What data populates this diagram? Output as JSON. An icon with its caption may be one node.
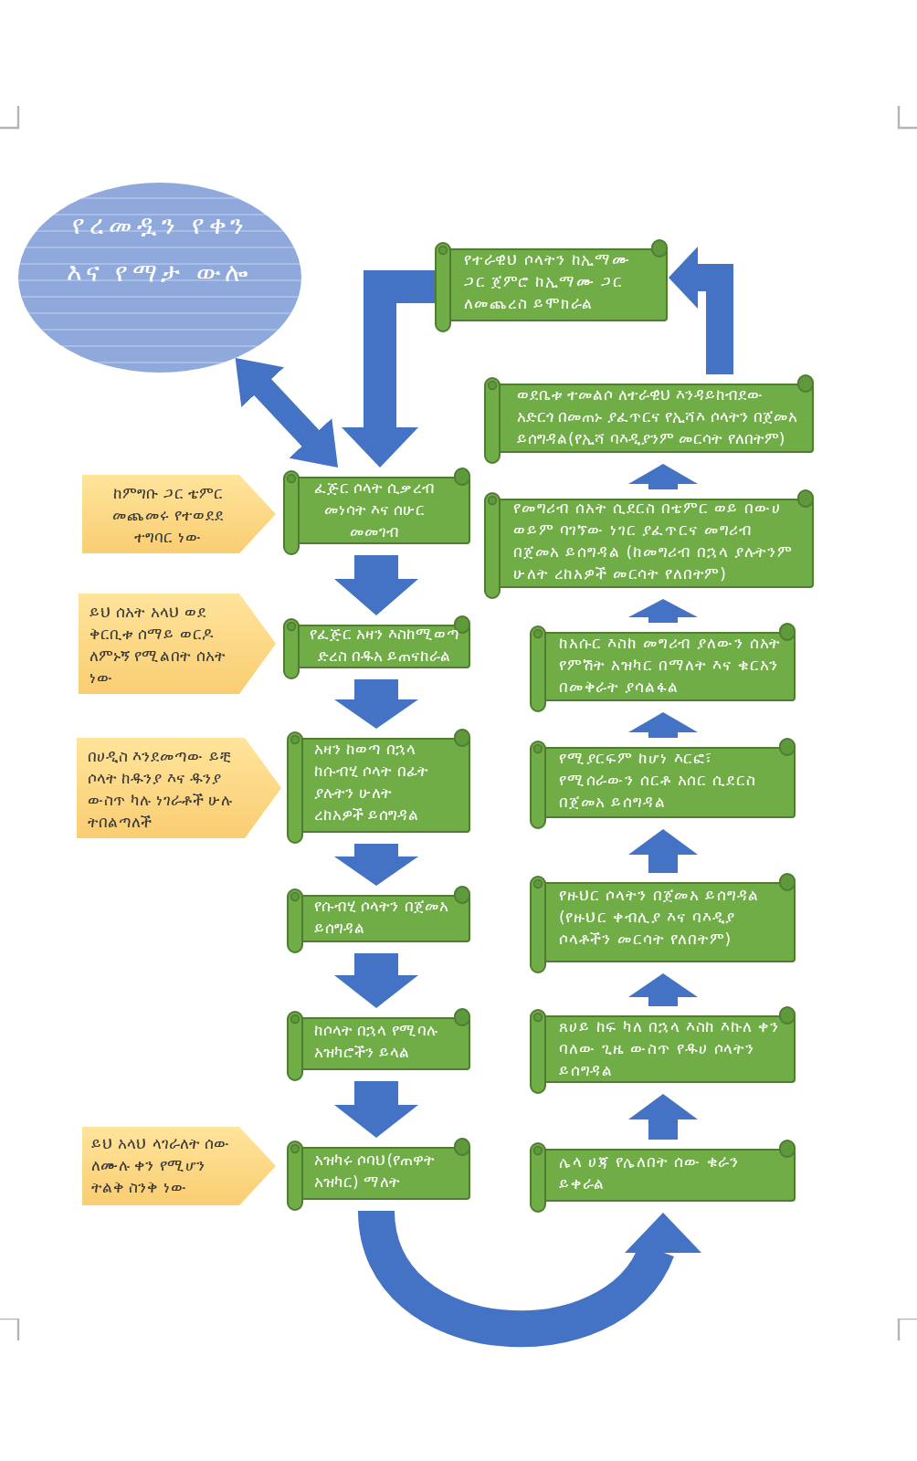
{
  "diagram": {
    "nodes": [
      {
        "text": [
          "የረመዷን የቀን እና የማታ ውሎ"
        ]
      },
      {
        "text": [
          "ፈጅር ሶላት ሲቃረብ መነሳት እና ሰሁር መመገብ"
        ]
      },
      {
        "text": [
          "የፈጅር አዛን እስከሚወጣ ድረስ በዱአ ይጠናከራል"
        ]
      },
      {
        "text": [
          "አዛን ከወጣ በኋላ ከሱብሂ ሶላት በፊት ያሉትን ሁለት ረከአዎች ይሰግዳል"
        ]
      },
      {
        "text": [
          "የሱብሂ ሶላትን በጀመአ ይሰግዳል"
        ]
      },
      {
        "text": [
          "ከሶላት በኋላ የሚባሉ አዝካሮችን ይላል"
        ]
      },
      {
        "text": [
          "አዝካሩ ሶባህ(የጠዋት አዝካር) ማለት"
        ]
      },
      {
        "text": [
          "ሌላ ሀጃ የሌለበት ሰው ቁራን ይቀራል"
        ]
      },
      {
        "text": [
          "ጸሀይ ከፍ ካለ በኋላ እስከ እኩለ ቀን ባለው ጊዜ ውስጥ የዱሀ ሶላትን ይሰግዳል"
        ]
      },
      {
        "text": [
          "የዙህር ሶላትን በጀመአ ይሰግዳል (የዙህር ቀብሊያ እና ባእዲያ ሶላቶችን መርሳት የለበትም)"
        ]
      },
      {
        "text": [
          "የሚያርፍም ከሆነ እርፎ፣ የሚሰራውን ሰርቶ አሰር ሲደርስ በጀመአ ይሰግዳል"
        ]
      },
      {
        "text": [
          "ከአሱር እስከ መግሪብ ያለውን ሰአት የምሽት አዝካር በማለት እና ቁርአን በመቅራት ያሳልፋል"
        ]
      },
      {
        "text": [
          "የመግሪብ ሰአት ሲደርስ በቴምር ወይ በውሀ ወይም ባገኘው ነገር ያፈጥርና መግሪብ በጀመአ ይሰግዳል (ከመግሪብ በኋላ ያሉትንም ሁለት ረከአዎች መርሳት የለበትም)"
        ]
      },
      {
        "text": [
          "ወደቤቱ ተመልሶ ለተራዊህ እንዳይከብደው አድርጎ በመጠኑ ያፈጥርና የኢሻእ ሶላትን በጀመአ ይሰግዳል(የኢሻ ባእዲያንም መርሳት የለበትም)"
        ]
      },
      {
        "text": [
          "የተራዊህ ሶላትን ከኢማሙ ጋር ጀምሮ ከኢማሙ ጋር ለመጨረስ ይሞክራል"
        ]
      },
      {
        "text": [
          "ከምግቡ ጋር ቴምር መጨመሩ የተወደደ ተግባር ነው"
        ]
      },
      {
        "text": [
          "ይህ ሰአት አላህ ወደ ቅርቢቱ ሰማይ ወርዶ ለምኑኝ የሚልበት ሰአት ነው"
        ]
      },
      {
        "text": [
          "በሀዲስ እንደመጣው ይቺ ሶላት ከዱንያ እና ዱንያ ውስጥ ካሉ ነገራቶች ሁሉ ትበልጣለች"
        ]
      },
      {
        "text": [
          "ይህ አላህ ላገራለት ሰው ለሙሉ ቀን የሚሆን ትልቅ ስንቅ ነው"
        ]
      }
    ],
    "edges": [
      {
        "from": 0,
        "to": 1,
        "arrow": "both"
      },
      {
        "from": 14,
        "to": 1,
        "arrow": "to"
      },
      {
        "from": 1,
        "to": 2,
        "arrow": "to"
      },
      {
        "from": 2,
        "to": 3,
        "arrow": "to"
      },
      {
        "from": 3,
        "to": 4,
        "arrow": "to"
      },
      {
        "from": 4,
        "to": 5,
        "arrow": "to"
      },
      {
        "from": 5,
        "to": 6,
        "arrow": "to"
      },
      {
        "from": 6,
        "to": 7,
        "arrow": "to"
      },
      {
        "from": 7,
        "to": 8,
        "arrow": "to"
      },
      {
        "from": 8,
        "to": 9,
        "arrow": "to"
      },
      {
        "from": 9,
        "to": 10,
        "arrow": "to"
      },
      {
        "from": 10,
        "to": 11,
        "arrow": "to"
      },
      {
        "from": 11,
        "to": 12,
        "arrow": "to"
      },
      {
        "from": 12,
        "to": 13,
        "arrow": "to"
      },
      {
        "from": 13,
        "to": 14,
        "arrow": "to"
      }
    ]
  }
}
